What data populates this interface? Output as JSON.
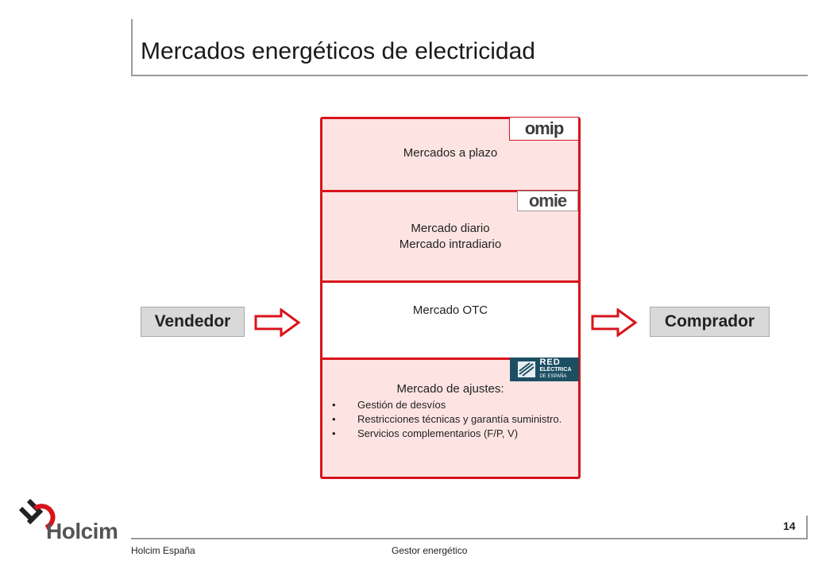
{
  "title": "Mercados energéticos de electricidad",
  "markets": {
    "forward": {
      "lines": [
        "Mercados a plazo"
      ],
      "logo_text": "omip",
      "logo_icon": "omip-logo"
    },
    "daily": {
      "lines": [
        "Mercado diario",
        "Mercado intradiario"
      ],
      "logo_text": "omie",
      "logo_icon": "omie-logo"
    },
    "otc": {
      "lines": [
        "Mercado OTC"
      ]
    },
    "adjustment": {
      "heading": "Mercado de ajustes:",
      "bullets": [
        "Gestión de desvíos",
        "Restricciones técnicas y garantía suministro.",
        "Servicios complementarios (F/P, V)"
      ],
      "logo_text": [
        "RED",
        "ELÉCTRICA",
        "DE ESPAÑA"
      ],
      "logo_icon": "red-electrica-logo"
    }
  },
  "parties": {
    "seller": "Vendedor",
    "buyer": "Comprador"
  },
  "colors": {
    "accent": "#d8141b",
    "block_fill": "#fde4e2",
    "party_fill": "#d9d9d9",
    "rule": "#9a9a9a"
  },
  "footer": {
    "company": "Holcim España",
    "section": "Gestor energético",
    "page": "14",
    "brand": "Holcim"
  }
}
